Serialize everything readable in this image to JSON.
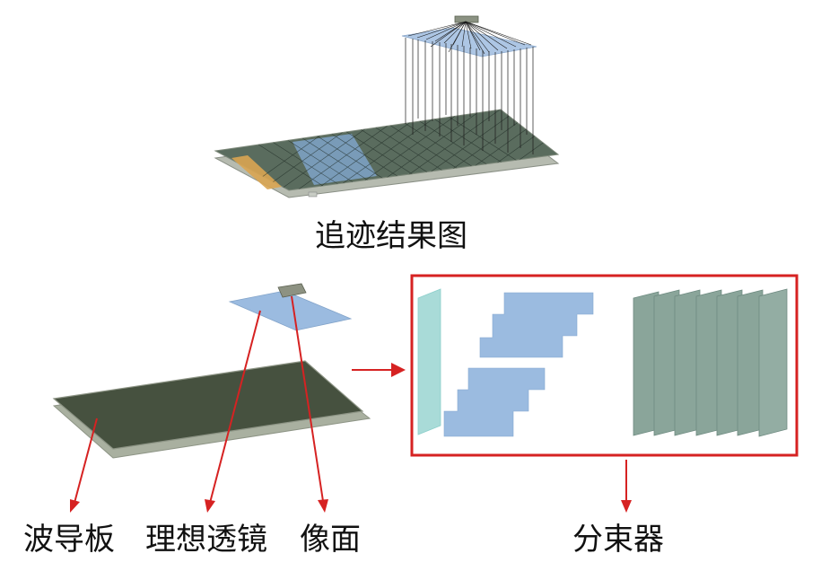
{
  "labels": {
    "trace_result": "追迹结果图",
    "waveguide": "波导板",
    "ideal_lens": "理想透镜",
    "image_plane": "像面",
    "beam_splitter": "分束器"
  },
  "colors": {
    "plate_dark": "#46513f",
    "plate_edge": "#a7ad9e",
    "lens_blue": "#9bbbe0",
    "splitter_blue": "#9bbbe0",
    "splitter_green": "#8aa59a",
    "splitter_cyan": "#a9dbd8",
    "arrow_red": "#d62222",
    "box_red": "#d62222"
  }
}
